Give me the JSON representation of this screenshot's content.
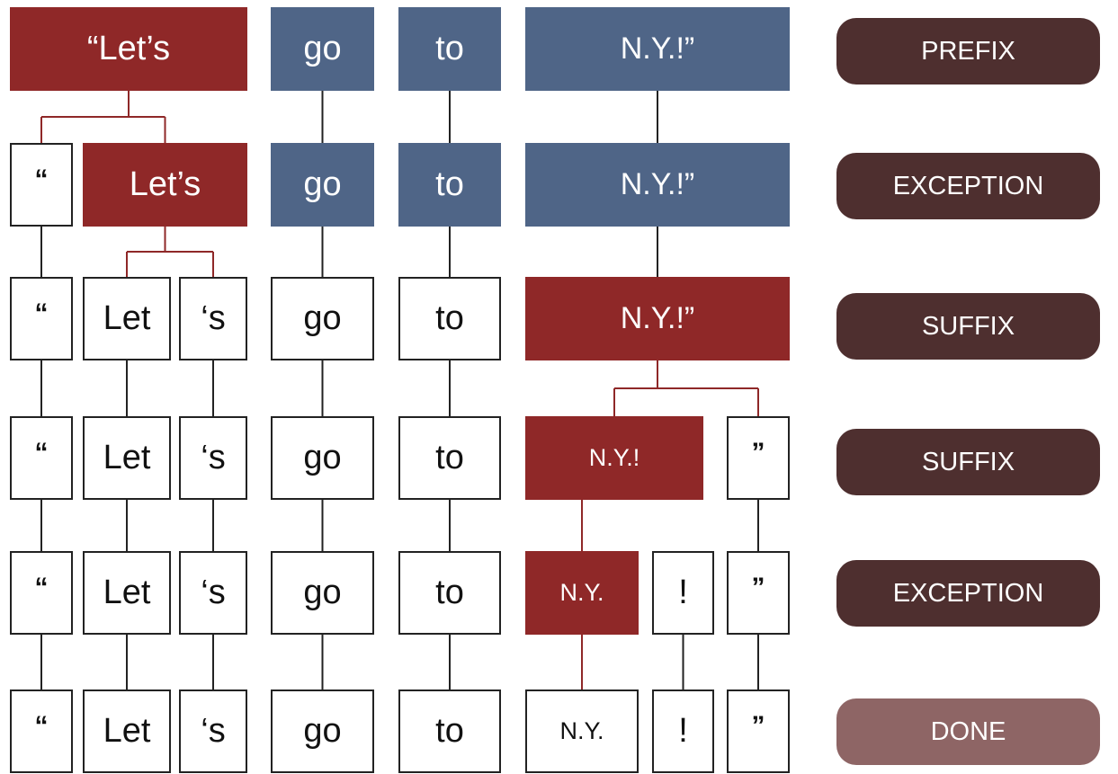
{
  "colors": {
    "split": "#8f2828",
    "pending": "#4f6587",
    "step": "#4e2f2f",
    "done": "#8e6565",
    "connector": "#222222",
    "split_connector": "#8f2828"
  },
  "rows": [
    {
      "tokens": [
        {
          "text": "“Let’s",
          "style": "red"
        },
        {
          "text": "go",
          "style": "blue"
        },
        {
          "text": "to",
          "style": "blue"
        },
        {
          "text": "N.Y.!”",
          "style": "blue"
        }
      ]
    },
    {
      "tokens": [
        {
          "text": "“",
          "style": "white"
        },
        {
          "text": "Let’s",
          "style": "red"
        },
        {
          "text": "go",
          "style": "blue"
        },
        {
          "text": "to",
          "style": "blue"
        },
        {
          "text": "N.Y.!”",
          "style": "blue"
        }
      ]
    },
    {
      "tokens": [
        {
          "text": "“",
          "style": "white"
        },
        {
          "text": "Let",
          "style": "white"
        },
        {
          "text": "‘s",
          "style": "white"
        },
        {
          "text": "go",
          "style": "white"
        },
        {
          "text": "to",
          "style": "white"
        },
        {
          "text": "N.Y.!”",
          "style": "red"
        }
      ]
    },
    {
      "tokens": [
        {
          "text": "“",
          "style": "white"
        },
        {
          "text": "Let",
          "style": "white"
        },
        {
          "text": "‘s",
          "style": "white"
        },
        {
          "text": "go",
          "style": "white"
        },
        {
          "text": "to",
          "style": "white"
        },
        {
          "text": "N.Y.!",
          "style": "red"
        },
        {
          "text": "”",
          "style": "white"
        }
      ]
    },
    {
      "tokens": [
        {
          "text": "“",
          "style": "white"
        },
        {
          "text": "Let",
          "style": "white"
        },
        {
          "text": "‘s",
          "style": "white"
        },
        {
          "text": "go",
          "style": "white"
        },
        {
          "text": "to",
          "style": "white"
        },
        {
          "text": "N.Y.",
          "style": "red"
        },
        {
          "text": "!",
          "style": "white"
        },
        {
          "text": "”",
          "style": "white"
        }
      ]
    },
    {
      "tokens": [
        {
          "text": "“",
          "style": "white"
        },
        {
          "text": "Let",
          "style": "white"
        },
        {
          "text": "‘s",
          "style": "white"
        },
        {
          "text": "go",
          "style": "white"
        },
        {
          "text": "to",
          "style": "white"
        },
        {
          "text": "N.Y.",
          "style": "white"
        },
        {
          "text": "!",
          "style": "white"
        },
        {
          "text": "”",
          "style": "white"
        }
      ]
    }
  ],
  "steps": [
    {
      "label": "PREFIX",
      "icon": "",
      "state": "step"
    },
    {
      "label": "EXCEPTION",
      "icon": "",
      "state": "step"
    },
    {
      "label": "SUFFIX",
      "icon": "",
      "state": "step"
    },
    {
      "label": "SUFFIX",
      "icon": "",
      "state": "step"
    },
    {
      "label": "EXCEPTION",
      "icon": "",
      "state": "step"
    },
    {
      "label": "DONE",
      "icon": "",
      "state": "done"
    }
  ]
}
